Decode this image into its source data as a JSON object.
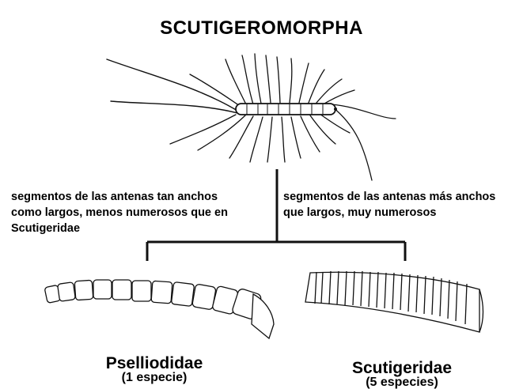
{
  "title": "SCUTIGEROMORPHA",
  "left_branch": {
    "description_lines": [
      "segmentos de las antenas tan anchos",
      "como largos, menos numerosos que en",
      "Scutigeridae"
    ],
    "family": "Pselliodidae",
    "count": "(1 especie)"
  },
  "right_branch": {
    "description_lines": [
      "segmentos de las antenas más anchos",
      "que largos, muy numerosos"
    ],
    "family": "Scutigeridae",
    "count": "(5 especies)"
  }
}
